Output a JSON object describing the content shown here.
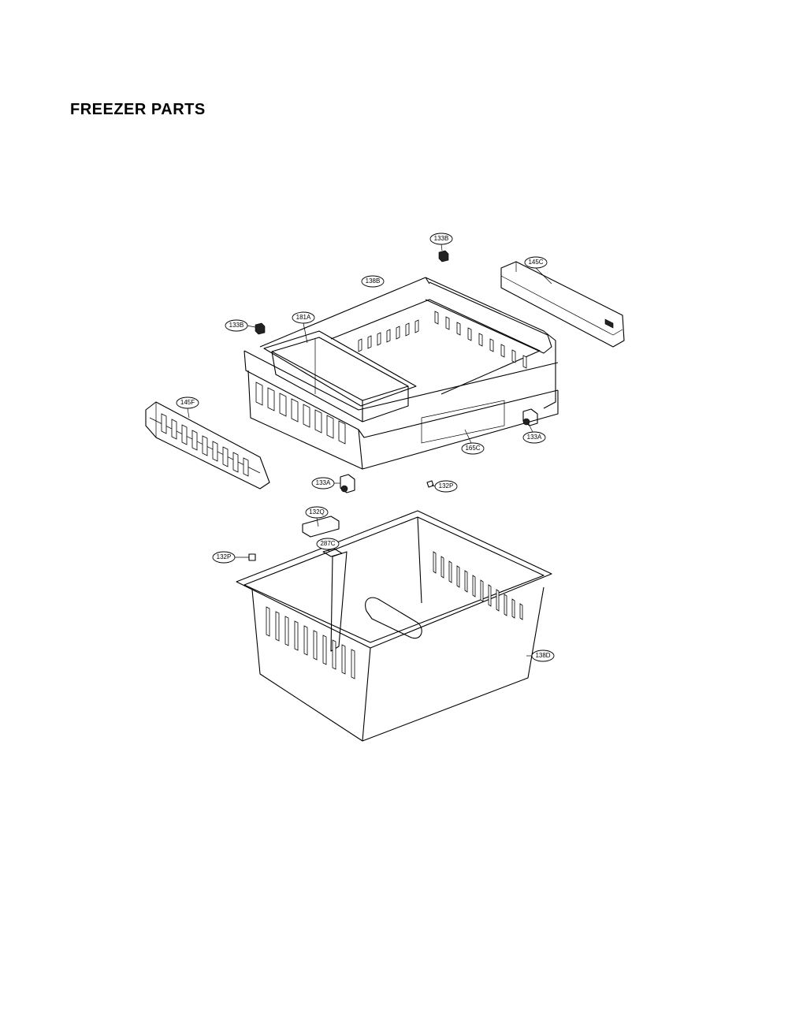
{
  "title": "FREEZER PARTS",
  "callouts": {
    "c133b_top": "133B",
    "c145c": "145C",
    "c138b": "138B",
    "c133b_left": "133B",
    "c181a": "181A",
    "c145f": "145F",
    "c133a_right": "133A",
    "c165c": "165C",
    "c133a_left": "133A",
    "c132p_right": "132P",
    "c132q": "132Q",
    "c287c": "287C",
    "c132p_left": "132P",
    "c138d": "138D"
  }
}
